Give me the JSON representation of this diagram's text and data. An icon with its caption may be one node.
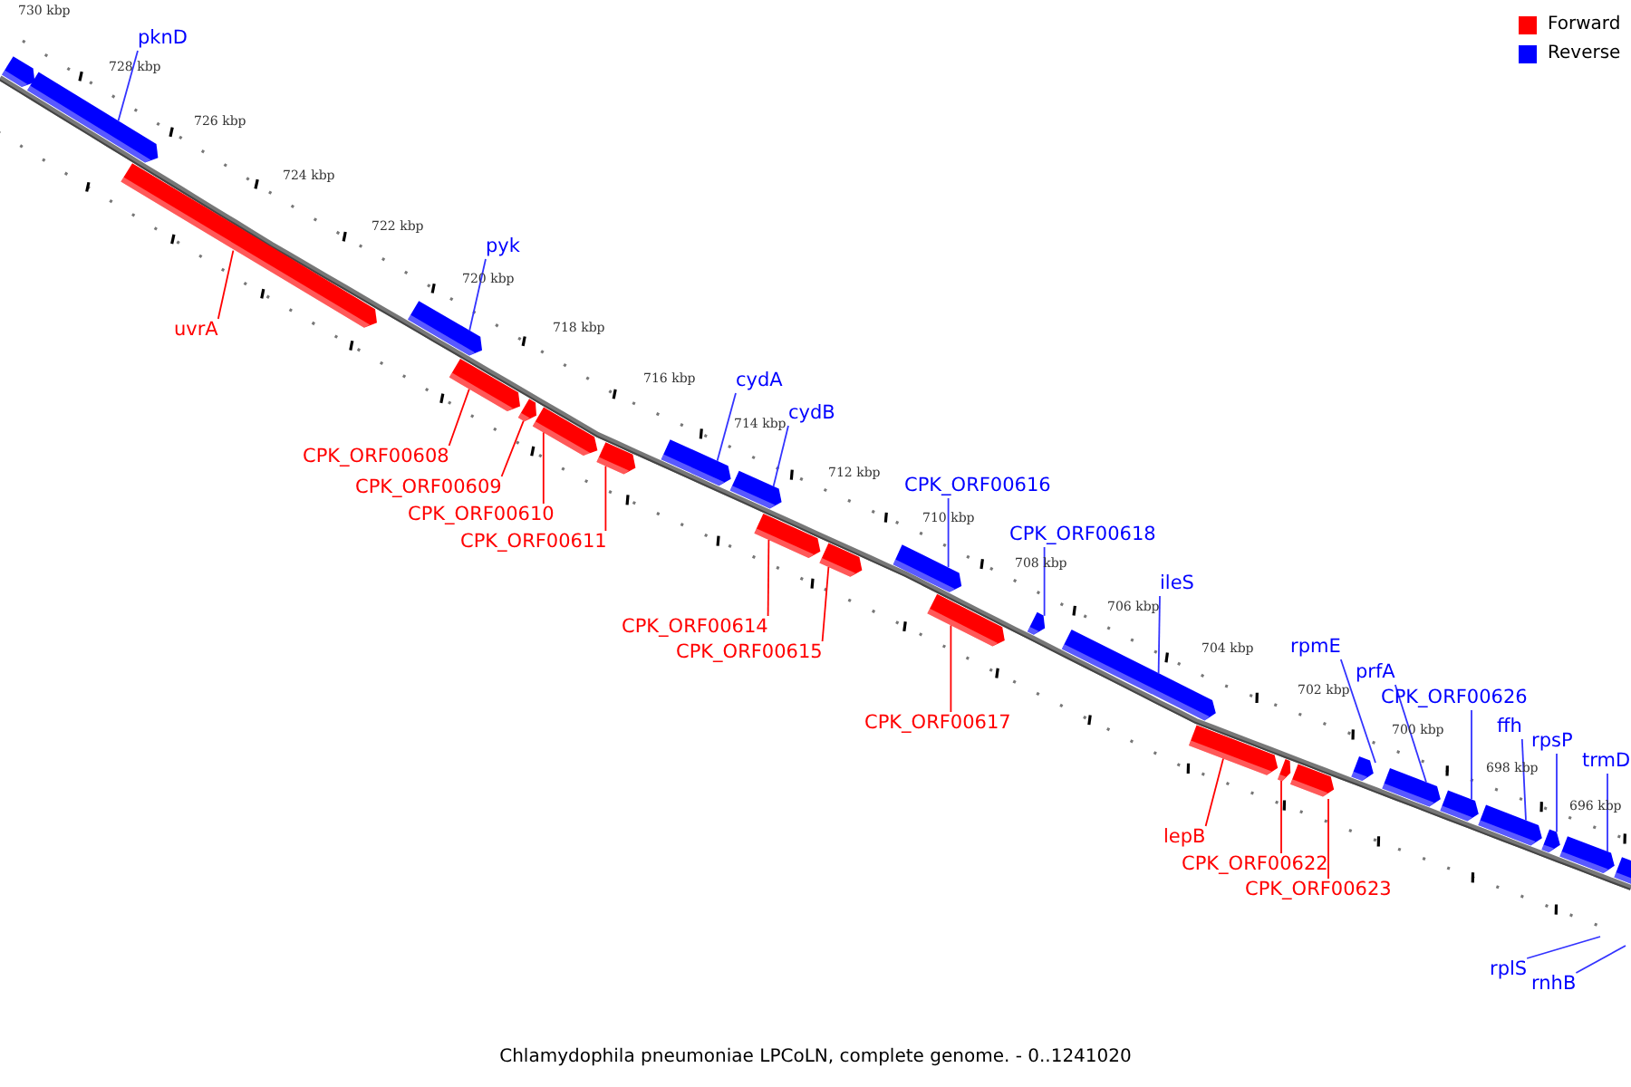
{
  "diagram": {
    "caption": "Chlamydophila pneumoniae LPCoLN, complete genome. - 0..1241020",
    "nodes": [
      {
        "text": [
          "pknD"
        ]
      },
      {
        "text": [
          "uvrA"
        ]
      },
      {
        "text": [
          "pyk"
        ]
      },
      {
        "text": [
          "cydA"
        ]
      },
      {
        "text": [
          "cydB"
        ]
      },
      {
        "text": [
          "CPK_ORF00608"
        ]
      },
      {
        "text": [
          "CPK_ORF00609"
        ]
      },
      {
        "text": [
          "CPK_ORF00610"
        ]
      },
      {
        "text": [
          "CPK_ORF00611"
        ]
      },
      {
        "text": [
          "CPK_ORF00616"
        ]
      },
      {
        "text": [
          "CPK_ORF00618"
        ]
      },
      {
        "text": [
          "CPK_ORF00614"
        ]
      },
      {
        "text": [
          "CPK_ORF00615"
        ]
      },
      {
        "text": [
          "ileS"
        ]
      },
      {
        "text": [
          "rpmE"
        ]
      },
      {
        "text": [
          "prfA"
        ]
      },
      {
        "text": [
          "CPK_ORF00626"
        ]
      },
      {
        "text": [
          "CPK_ORF00617"
        ]
      },
      {
        "text": [
          "ffh"
        ]
      },
      {
        "text": [
          "rpsP"
        ]
      },
      {
        "text": [
          "trmD"
        ]
      },
      {
        "text": [
          "lepB"
        ]
      },
      {
        "text": [
          "CPK_ORF00622"
        ]
      },
      {
        "text": [
          "CPK_ORF00623"
        ]
      },
      {
        "text": [
          "rplS"
        ]
      },
      {
        "text": [
          "rnhB"
        ]
      },
      {
        "text": [],
        "shape": "bar"
      },
      {
        "text": [],
        "shape": "bar"
      },
      {
        "text": [],
        "shape": "bar"
      },
      {
        "text": [],
        "shape": "bar"
      },
      {
        "text": [],
        "shape": "bar"
      },
      {
        "text": [],
        "shape": "bar"
      },
      {
        "text": [],
        "shape": "bar"
      },
      {
        "text": [],
        "shape": "bar"
      },
      {
        "text": [],
        "shape": "bar"
      },
      {
        "text": [],
        "shape": "bar"
      },
      {
        "text": [],
        "shape": "bar"
      },
      {
        "text": [],
        "shape": "bar"
      },
      {
        "text": [],
        "shape": "bar"
      },
      {
        "text": [],
        "shape": "bar"
      },
      {
        "text": [],
        "shape": "bar"
      },
      {
        "text": [],
        "shape": "bar"
      },
      {
        "text": [],
        "shape": "bar"
      },
      {
        "text": [],
        "shape": "bar"
      },
      {
        "text": [],
        "shape": "bar"
      },
      {
        "text": [],
        "shape": "bar"
      },
      {
        "text": [],
        "shape": "bar"
      },
      {
        "text": [],
        "shape": "bar"
      },
      {
        "text": [],
        "shape": "bar"
      },
      {
        "text": [],
        "shape": "bar"
      },
      {
        "text": [],
        "shape": "bar"
      },
      {
        "text": [],
        "shape": "bar"
      }
    ],
    "edges": [
      {
        "from": 0,
        "to": 27,
        "arrow": "none"
      },
      {
        "from": 1,
        "to": 28,
        "arrow": "none",
        "color": "#ff0000"
      },
      {
        "from": 2,
        "to": 29,
        "arrow": "none"
      },
      {
        "from": 3,
        "to": 34,
        "arrow": "none"
      },
      {
        "from": 4,
        "to": 35,
        "arrow": "none"
      },
      {
        "from": 5,
        "to": 30,
        "arrow": "none",
        "color": "#ff0000"
      },
      {
        "from": 6,
        "to": 31,
        "arrow": "none",
        "color": "#ff0000"
      },
      {
        "from": 7,
        "to": 32,
        "arrow": "none",
        "color": "#ff0000"
      },
      {
        "from": 8,
        "to": 33,
        "arrow": "none",
        "color": "#ff0000"
      },
      {
        "from": 9,
        "to": 38,
        "arrow": "none"
      },
      {
        "from": 10,
        "to": 40,
        "arrow": "none"
      },
      {
        "from": 11,
        "to": 36,
        "arrow": "none",
        "color": "#ff0000"
      },
      {
        "from": 12,
        "to": 37,
        "arrow": "none",
        "color": "#ff0000"
      },
      {
        "from": 13,
        "to": 41,
        "arrow": "none"
      },
      {
        "from": 14,
        "to": 45,
        "arrow": "none"
      },
      {
        "from": 15,
        "to": 46,
        "arrow": "none"
      },
      {
        "from": 16,
        "to": 47,
        "arrow": "none"
      },
      {
        "from": 17,
        "to": 39,
        "arrow": "none",
        "color": "#ff0000"
      },
      {
        "from": 18,
        "to": 48,
        "arrow": "none"
      },
      {
        "from": 19,
        "to": 49,
        "arrow": "none"
      },
      {
        "from": 20,
        "to": 50,
        "arrow": "none"
      },
      {
        "from": 21,
        "to": 42,
        "arrow": "none",
        "color": "#ff0000"
      },
      {
        "from": 22,
        "to": 43,
        "arrow": "none",
        "color": "#ff0000"
      },
      {
        "from": 23,
        "to": 44,
        "arrow": "none",
        "color": "#ff0000"
      },
      {
        "from": 24,
        "to": null,
        "arrow": "none"
      },
      {
        "from": 25,
        "to": null,
        "arrow": "none"
      }
    ],
    "labels": [
      "730 kbp",
      "728 kbp",
      "726 kbp",
      "724 kbp",
      "722 kbp",
      "720 kbp",
      "718 kbp",
      "716 kbp",
      "714 kbp",
      "712 kbp",
      "710 kbp",
      "708 kbp",
      "706 kbp",
      "704 kbp",
      "702 kbp",
      "700 kbp",
      "698 kbp",
      "696 kbp"
    ],
    "legend": [
      {
        "text": "Forward",
        "color": "#ff0000"
      },
      {
        "text": "Reverse",
        "color": "#0000ff"
      }
    ]
  }
}
